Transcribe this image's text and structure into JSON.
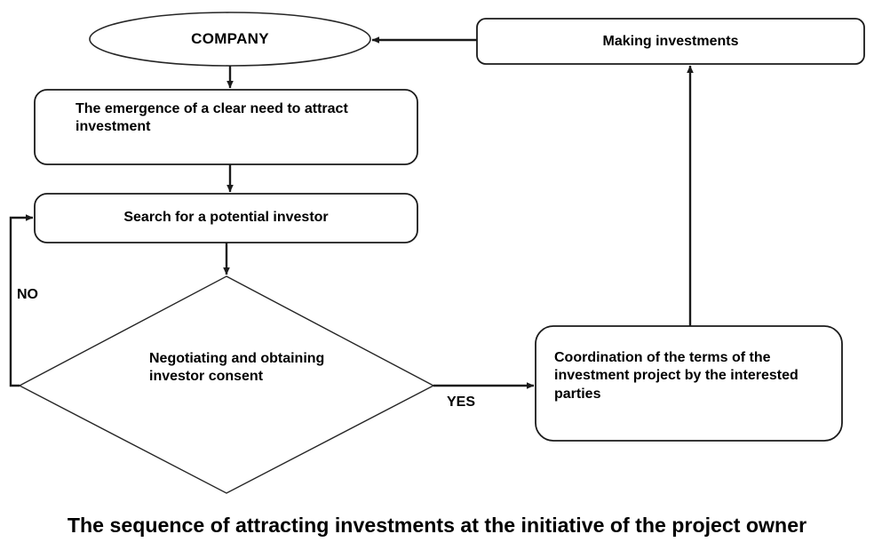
{
  "diagram": {
    "caption": "The sequence of attracting investments at the initiative of the project owner",
    "nodes": {
      "company": {
        "label": "COMPANY",
        "shape": "ellipse"
      },
      "need": {
        "label": "The emergence of a clear need to attract investment",
        "shape": "rounded-rectangle"
      },
      "search": {
        "label": "Search for a potential investor",
        "shape": "rounded-rectangle"
      },
      "decision": {
        "label": "Negotiating and obtaining investor consent",
        "shape": "diamond"
      },
      "coordination": {
        "label": "Coordination of the terms of the investment project by the interested parties",
        "shape": "rounded-rectangle"
      },
      "making_investments": {
        "label": "Making investments",
        "shape": "rounded-rectangle"
      }
    },
    "edges": {
      "no_label": "NO",
      "yes_label": "YES"
    },
    "colors": {
      "stroke": "#1a1a1a",
      "thin_stroke": "#262626",
      "background": "#ffffff",
      "text": "#000000"
    }
  }
}
